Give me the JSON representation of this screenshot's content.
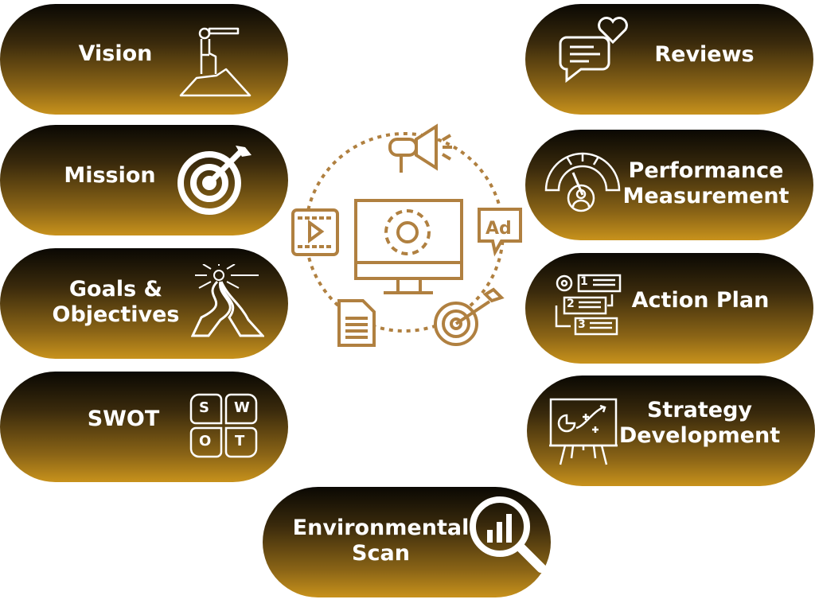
{
  "colors": {
    "accent": "#b08040",
    "gradient_top": "#0a0803",
    "gradient_bottom": "#c8921c"
  },
  "left": [
    {
      "lines": [
        "Vision"
      ],
      "icon": "person-telescope-mountain-icon"
    },
    {
      "lines": [
        "Mission"
      ],
      "icon": "target-arrow-icon"
    },
    {
      "lines": [
        "Goals &",
        "Objectives"
      ],
      "icon": "winding-road-icon"
    },
    {
      "lines": [
        "SWOT"
      ],
      "icon": "swot-grid-icon",
      "letters": [
        "S",
        "W",
        "O",
        "T"
      ]
    }
  ],
  "right": [
    {
      "lines": [
        "Reviews"
      ],
      "icon": "chat-heart-icon"
    },
    {
      "lines": [
        "Performance",
        "Measurement"
      ],
      "icon": "gauge-person-icon"
    },
    {
      "lines": [
        "Action Plan"
      ],
      "icon": "numbered-steps-icon",
      "numbers": [
        "1",
        "2",
        "3"
      ]
    },
    {
      "lines": [
        "Strategy",
        "Development"
      ],
      "icon": "presentation-board-icon"
    }
  ],
  "bottom": {
    "lines": [
      "Environmental",
      "Scan"
    ],
    "icon": "magnifier-chart-icon"
  },
  "center": {
    "icons": [
      "megaphone-icon",
      "ad-bubble-icon",
      "target-icon",
      "document-icon",
      "video-icon",
      "monitor-gear-icon"
    ],
    "ad_text": "Ad"
  }
}
